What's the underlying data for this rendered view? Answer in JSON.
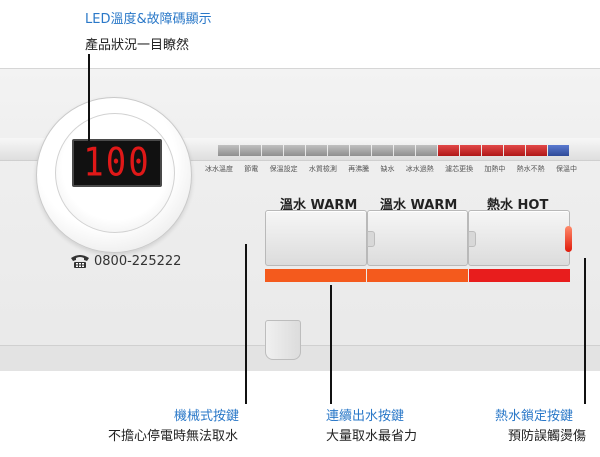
{
  "callouts": {
    "led": {
      "title": "LED溫度&故障碼顯示",
      "subtitle": "產品狀況一目瞭然"
    },
    "mechanical": {
      "title": "機械式按鍵",
      "subtitle": "不擔心停電時無法取水"
    },
    "continuous": {
      "title": "連續出水按鍵",
      "subtitle": "大量取水最省力"
    },
    "hotlock": {
      "title": "熱水鎖定按鍵",
      "subtitle": "預防誤觸燙傷"
    }
  },
  "display": {
    "temperature": "100"
  },
  "phone": {
    "icon": "phone-icon",
    "number": "0800-225222"
  },
  "status_strip": {
    "labels": [
      "冰水溫度",
      "節電",
      "保溫設定",
      "水質檢測",
      "再沸騰",
      "缺水",
      "冰水過熱",
      "濾芯更換",
      "加熱中",
      "熱水不熱",
      "保溫中"
    ],
    "segments": [
      "gray",
      "gray",
      "gray",
      "gray",
      "gray",
      "gray",
      "gray",
      "gray",
      "gray",
      "gray",
      "red",
      "red",
      "red",
      "red",
      "red",
      "blue"
    ]
  },
  "buttons": [
    {
      "label": "溫水 WARM",
      "bar_color": "#f45a1d"
    },
    {
      "label": "溫水 WARM",
      "bar_color": "#f45a1d"
    },
    {
      "label": "熱水 HOT",
      "bar_color": "#e81d1d"
    }
  ],
  "colors": {
    "accent_blue": "#2a78c8",
    "led_red": "#e01818"
  }
}
